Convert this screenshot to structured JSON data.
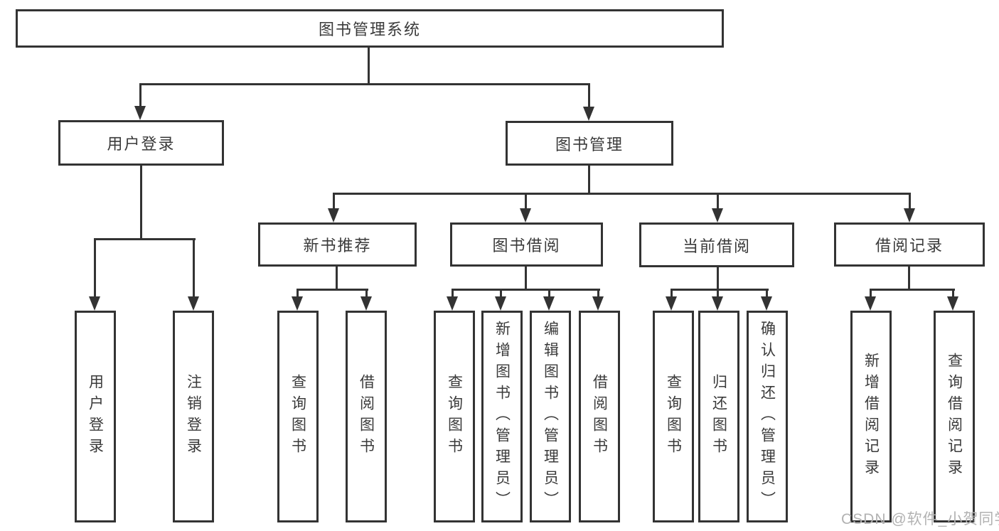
{
  "nodes": {
    "root": "图书管理系统",
    "user_login": "用户登录",
    "book_mgmt": "图书管理",
    "new_book_rec": "新书推荐",
    "book_borrow": "图书借阅",
    "current_borrow": "当前借阅",
    "borrow_record": "借阅记录",
    "login": "用户登录",
    "logout": "注销登录",
    "rec_query_book": "查询图书",
    "rec_borrow_book": "借阅图书",
    "bb_query_book": "查询图书",
    "bb_add_book": "新增图书（管理员）",
    "bb_edit_book": "编辑图书（管理员）",
    "bb_borrow_book": "借阅图书",
    "cb_query_book": "查询图书",
    "cb_return_book": "归还图书",
    "cb_confirm_return": "确认归还（管理员）",
    "br_add_record": "新增借阅记录",
    "br_query_record": "查询借阅记录"
  },
  "watermark": "CSDN @软件_小贺同学",
  "colors": {
    "line": "#333333",
    "text": "#3a3a3a",
    "watermark": "#b2b2b2",
    "background": "#ffffff"
  }
}
